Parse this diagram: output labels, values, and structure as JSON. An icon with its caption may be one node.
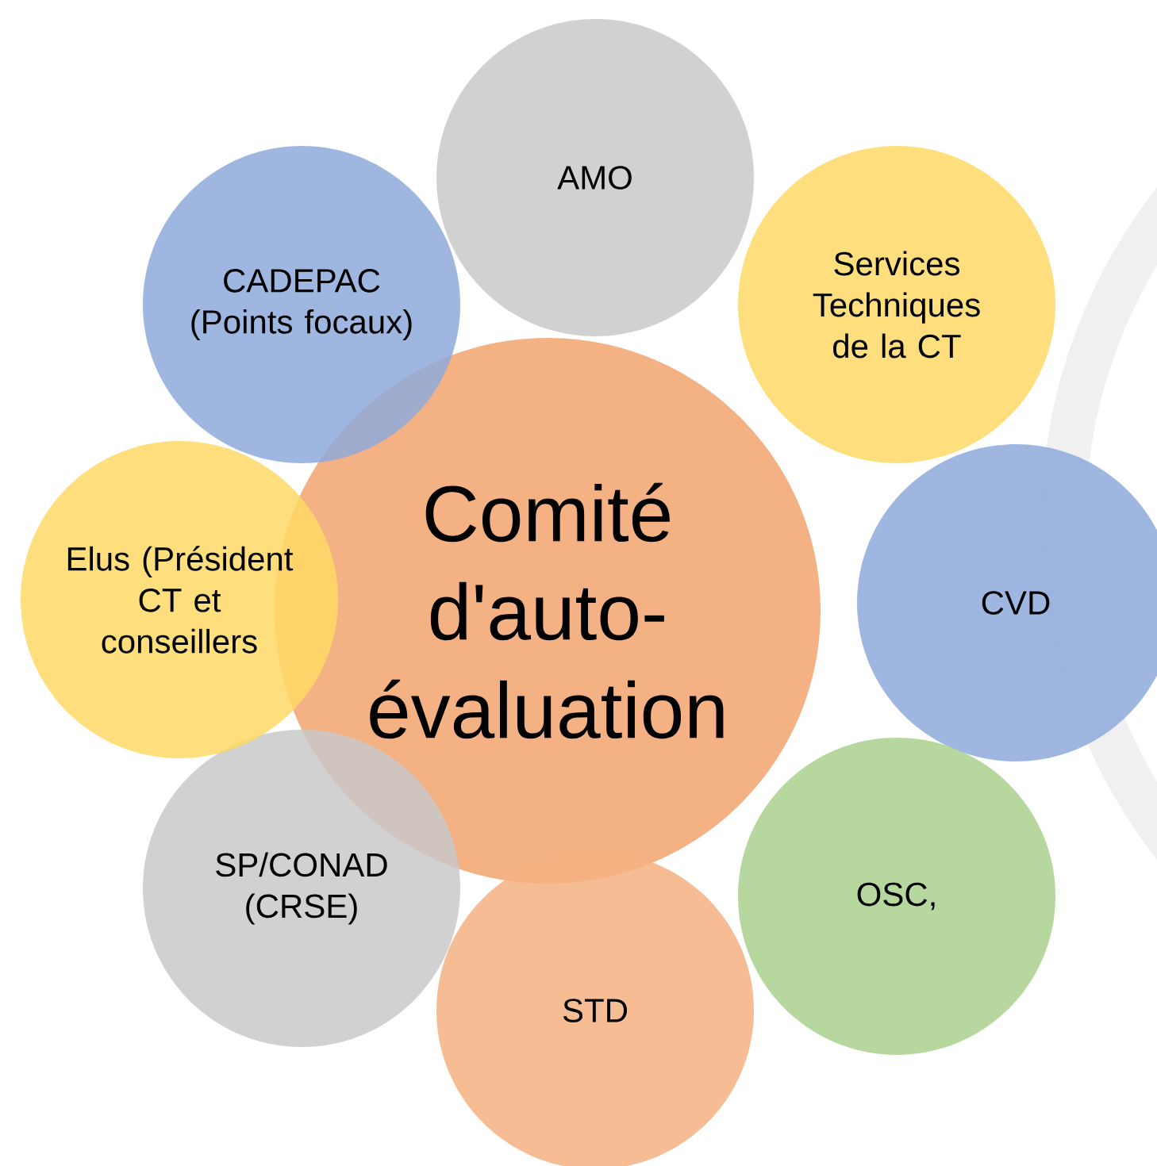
{
  "diagram": {
    "nodes": [
      {
        "text": [
          "Comité d'auto-évaluation"
        ]
      },
      {
        "text": [
          "AMO"
        ]
      },
      {
        "text": [
          "Services Techniques de la CT"
        ]
      },
      {
        "text": [
          "CVD"
        ]
      },
      {
        "text": [
          "OSC,"
        ]
      },
      {
        "text": [
          "STD"
        ]
      },
      {
        "text": [
          "SP/CONAD (CRSE)"
        ]
      },
      {
        "text": [
          "Elus (Président CT et conseillers"
        ]
      },
      {
        "text": [
          "CADEPAC (Points focaux)"
        ]
      }
    ]
  }
}
